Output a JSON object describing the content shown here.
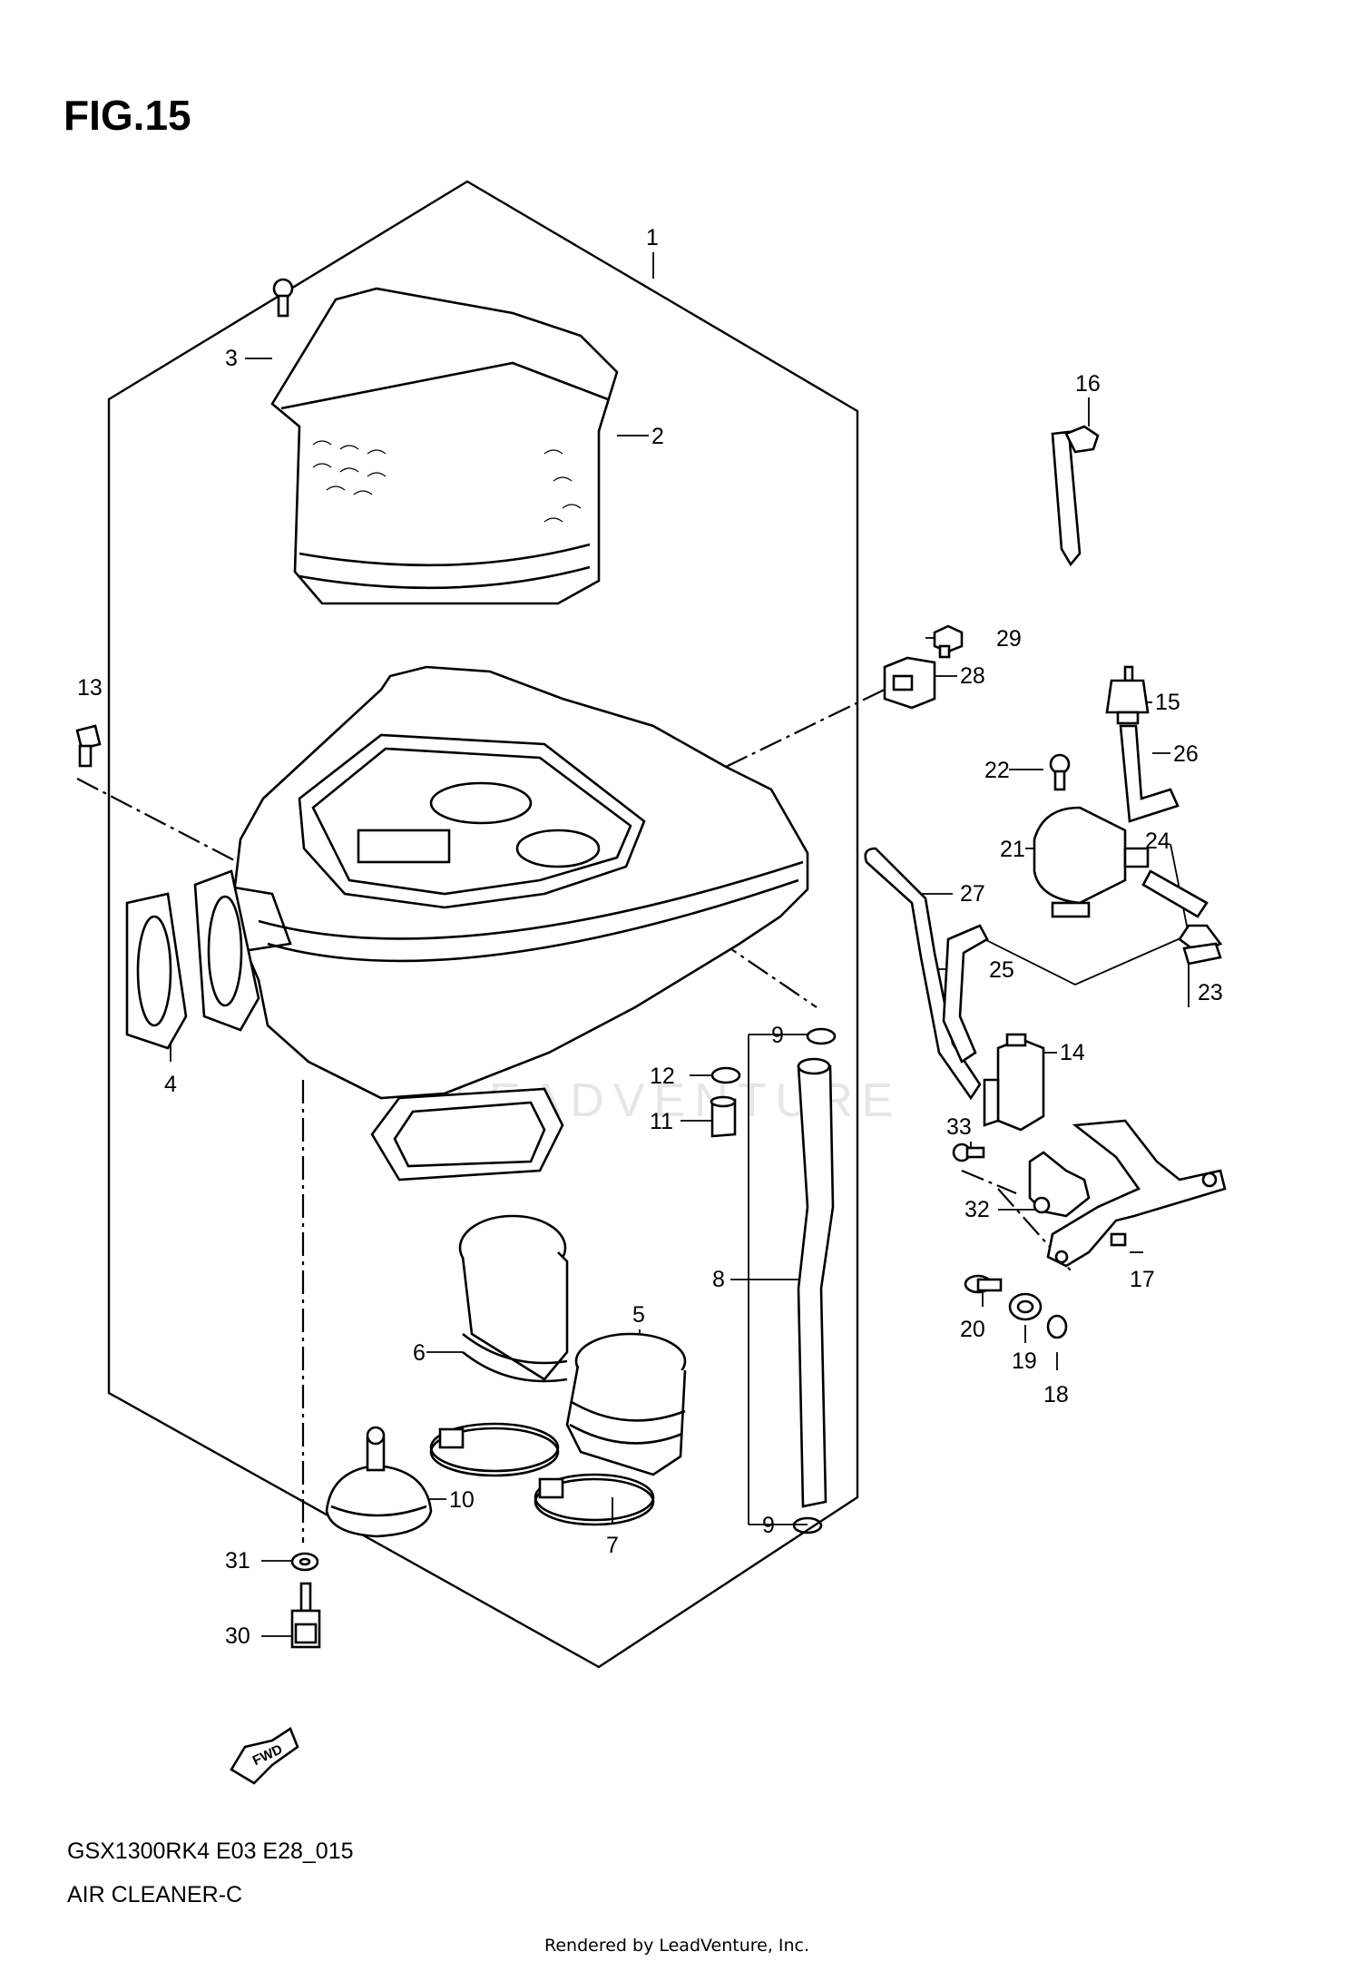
{
  "figure": {
    "title": "FIG.15"
  },
  "watermark": "LEADVENTURE",
  "callouts": [
    "1",
    "2",
    "3",
    "4",
    "5",
    "6",
    "7",
    "8",
    "9",
    "9",
    "10",
    "11",
    "12",
    "13",
    "14",
    "15",
    "16",
    "17",
    "18",
    "19",
    "20",
    "21",
    "22",
    "23",
    "24",
    "25",
    "26",
    "27",
    "28",
    "29",
    "30",
    "31",
    "32",
    "33"
  ],
  "fwd_label": "FWD",
  "footer": {
    "model_code": "GSX1300RK4 E03 E28_015",
    "section_name": "AIR CLEANER-C",
    "rendered_by": "Rendered by LeadVenture, Inc."
  }
}
